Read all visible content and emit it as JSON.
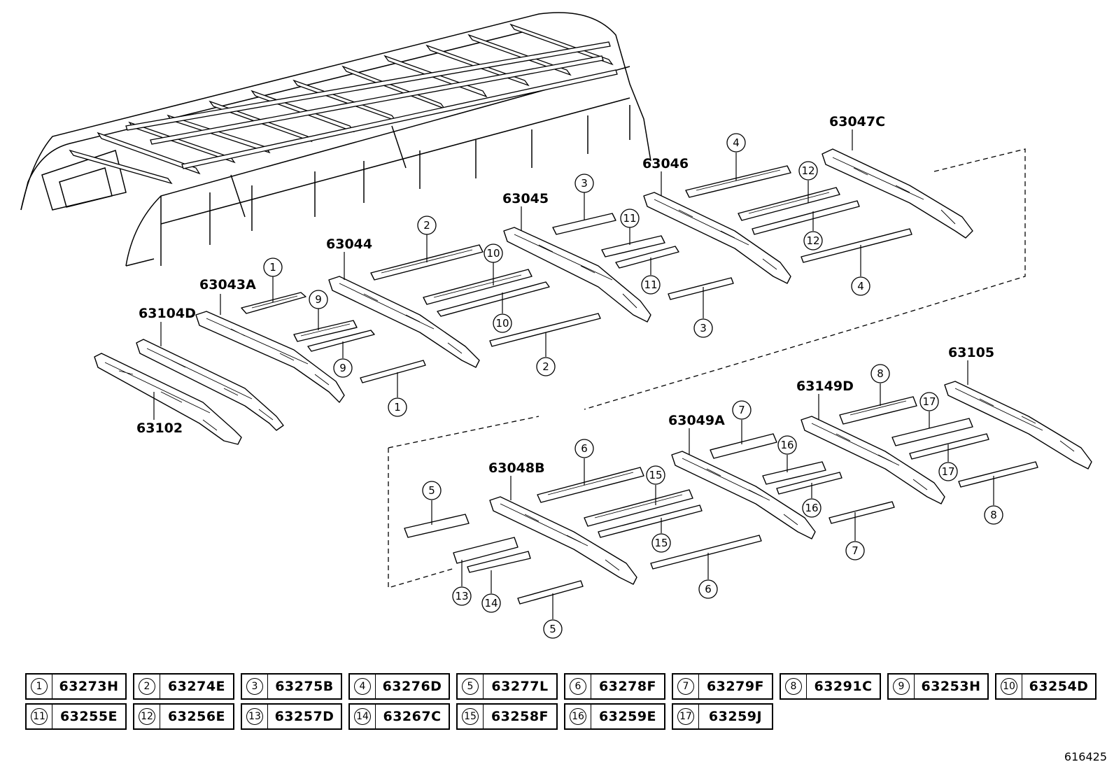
{
  "figure_id": "616425",
  "main_labels": {
    "p63102": "63102",
    "p63104D": "63104D",
    "p63043A": "63043A",
    "p63044": "63044",
    "p63045": "63045",
    "p63046": "63046",
    "p63047C": "63047C",
    "p63048B": "63048B",
    "p63049A": "63049A",
    "p63149D": "63149D",
    "p63105": "63105"
  },
  "callouts": {
    "c1": "1",
    "c2": "2",
    "c3": "3",
    "c4": "4",
    "c5": "5",
    "c6": "6",
    "c7": "7",
    "c8": "8",
    "c9": "9",
    "c10": "10",
    "c11": "11",
    "c12": "12",
    "c13": "13",
    "c14": "14",
    "c15": "15",
    "c16": "16",
    "c17": "17"
  },
  "legend": [
    {
      "num": "1",
      "code": "63273H"
    },
    {
      "num": "2",
      "code": "63274E"
    },
    {
      "num": "3",
      "code": "63275B"
    },
    {
      "num": "4",
      "code": "63276D"
    },
    {
      "num": "5",
      "code": "63277L"
    },
    {
      "num": "6",
      "code": "63278F"
    },
    {
      "num": "7",
      "code": "63279F"
    },
    {
      "num": "8",
      "code": "63291C"
    },
    {
      "num": "9",
      "code": "63253H"
    },
    {
      "num": "10",
      "code": "63254D"
    },
    {
      "num": "11",
      "code": "63255E"
    },
    {
      "num": "12",
      "code": "63256E"
    },
    {
      "num": "13",
      "code": "63257D"
    },
    {
      "num": "14",
      "code": "63267C"
    },
    {
      "num": "15",
      "code": "63258F"
    },
    {
      "num": "16",
      "code": "63259E"
    },
    {
      "num": "17",
      "code": "63259J"
    }
  ]
}
